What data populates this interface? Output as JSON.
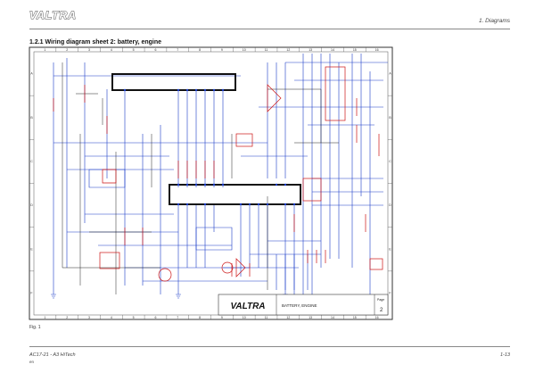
{
  "header": {
    "logo_text": "VALTRA",
    "chapter": "1. Diagrams"
  },
  "section_title": "1.2.1  Wiring diagram sheet 2: battery, engine",
  "diagram": {
    "column_numbers": [
      "1",
      "2",
      "3",
      "4",
      "5",
      "6",
      "7",
      "8",
      "9",
      "10",
      "11",
      "12",
      "13",
      "14",
      "15",
      "16"
    ],
    "row_letters": [
      "A",
      "B",
      "C",
      "D",
      "E",
      "F"
    ],
    "title_block": {
      "logo_text": "VALTRA",
      "title": "BATTERY, ENGINE",
      "page_label": "Page",
      "page_number": "2"
    }
  },
  "figure_label": "Fig. 1",
  "footer": {
    "doc_code": "AC17-21 - A3 HiTech",
    "language": "en",
    "page": "1-13"
  }
}
